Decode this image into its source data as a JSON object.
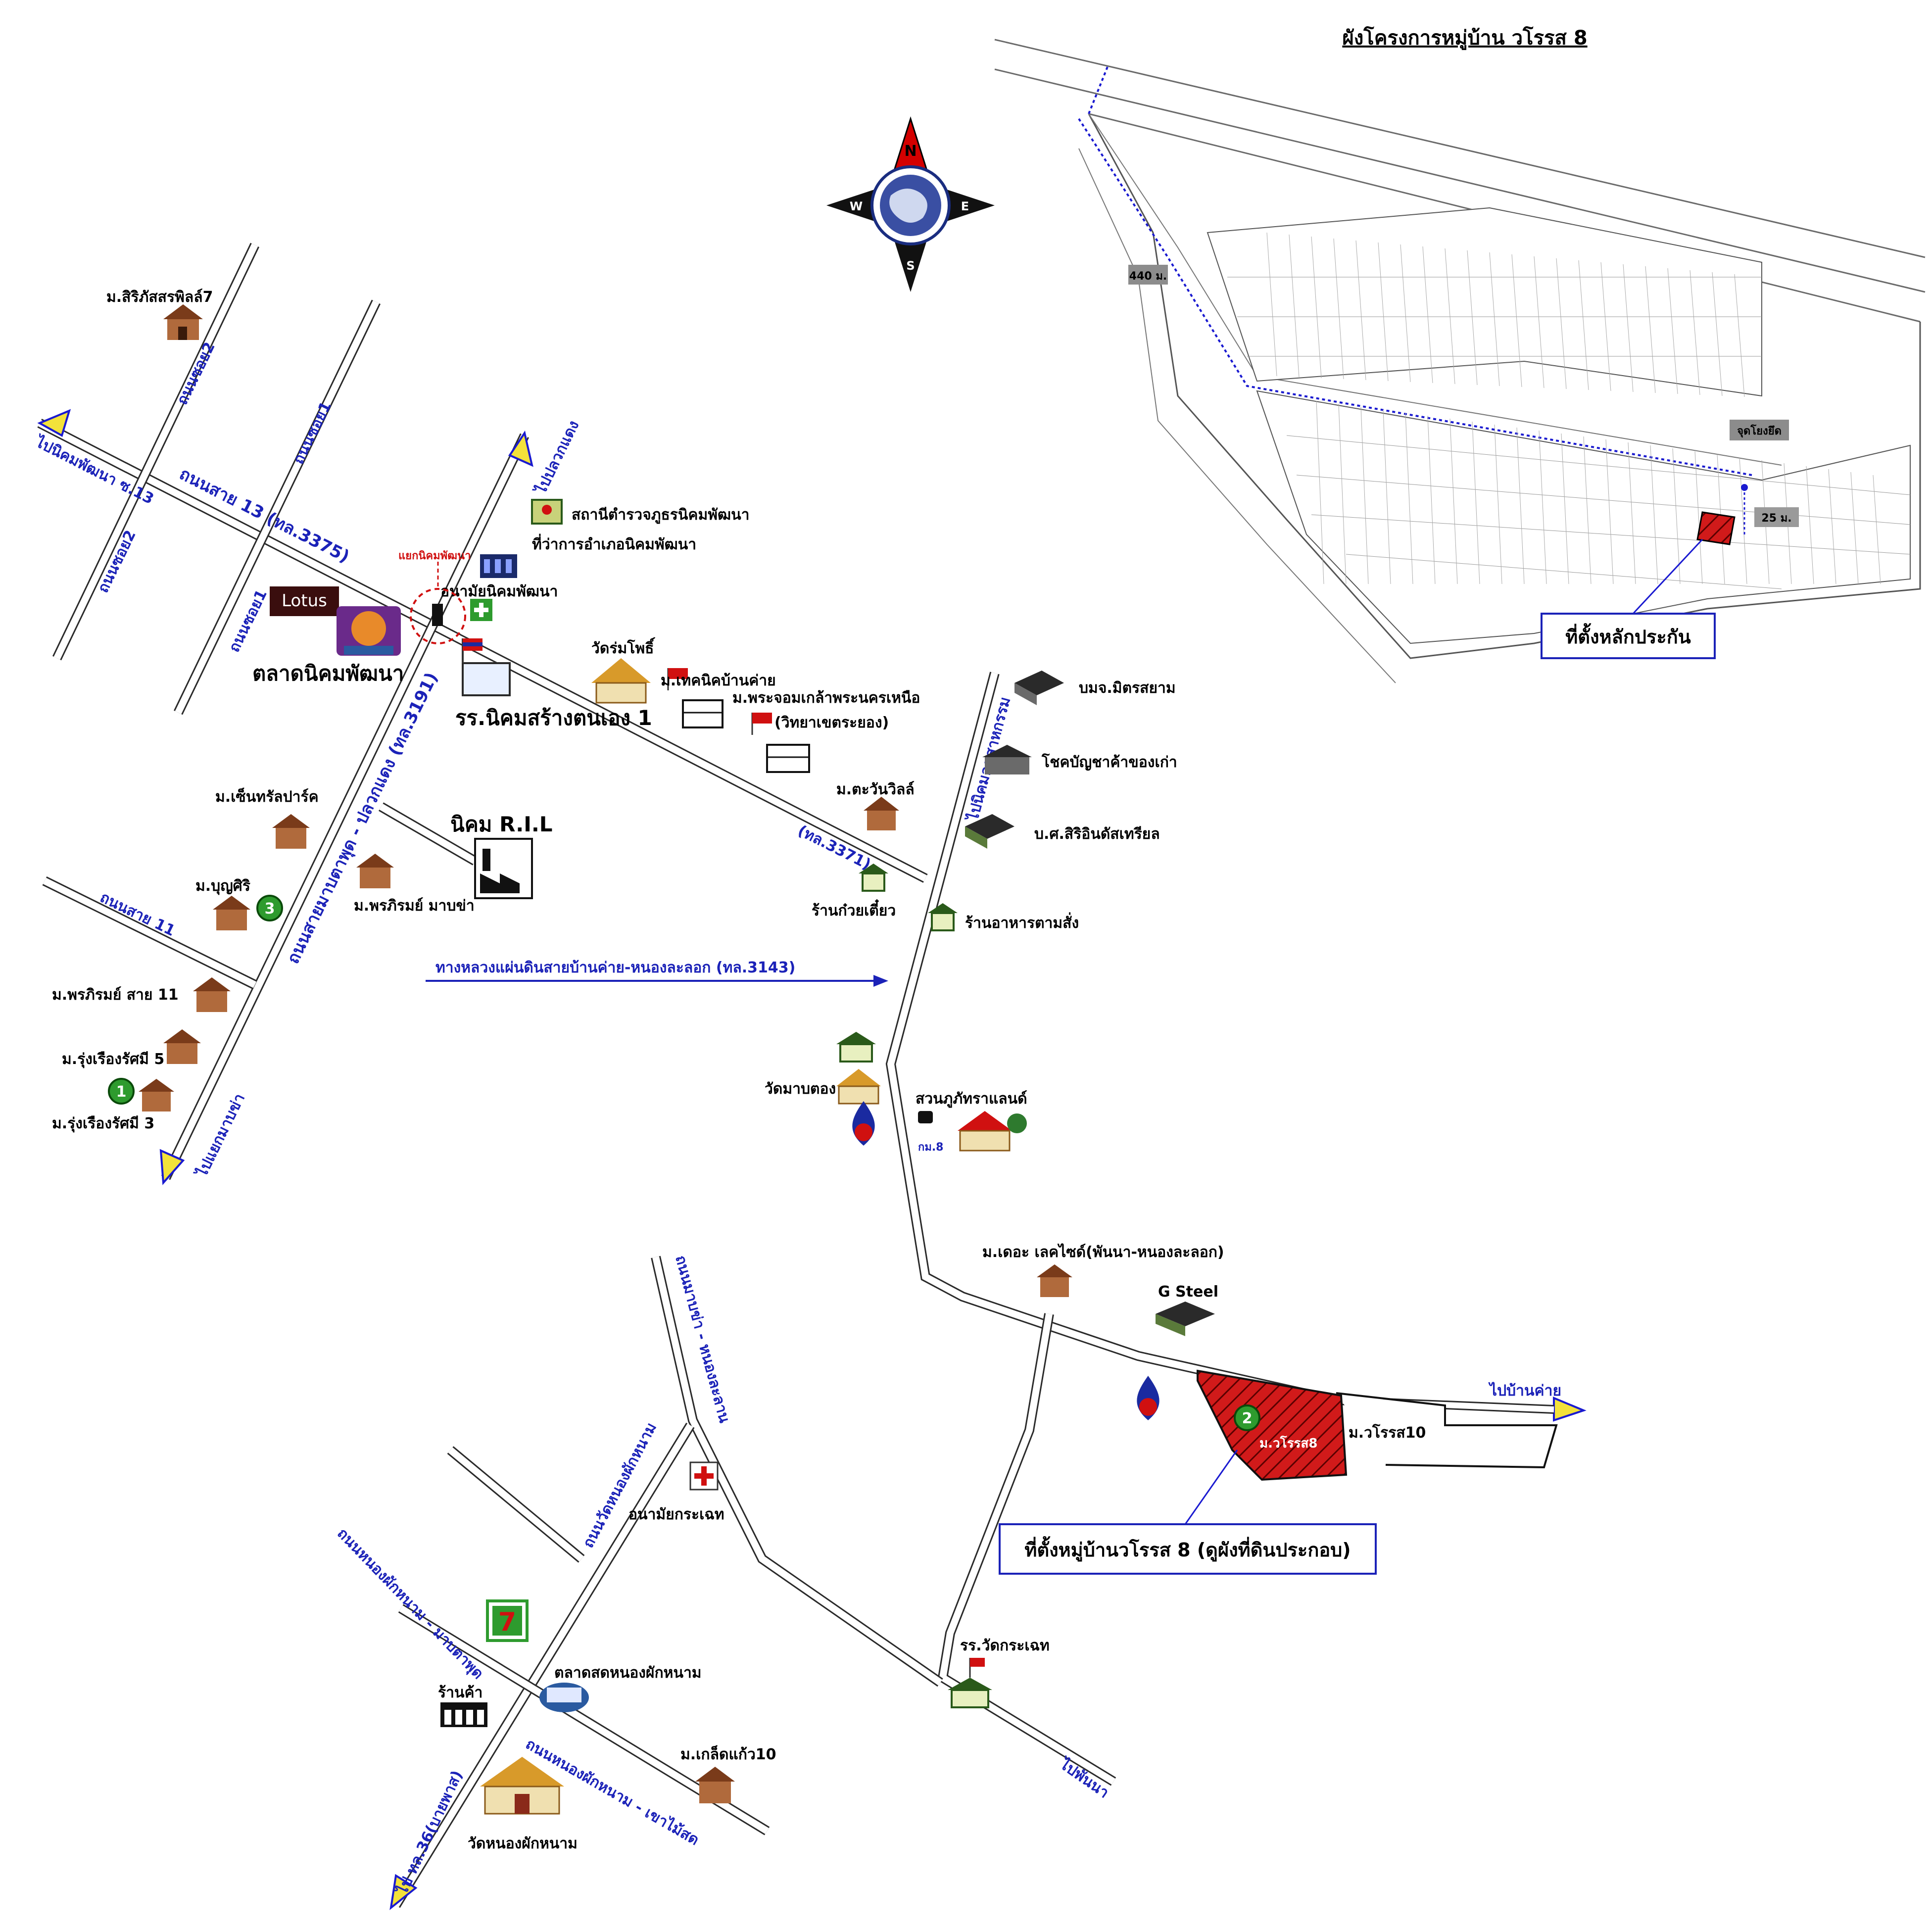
{
  "colors": {
    "road_label": "#1b22b8",
    "arrow_fill": "#f3e23a",
    "hatch": "#d11a1a",
    "compass_north": "#d40000",
    "marker": "#2e9b2e"
  },
  "plan": {
    "title": "ผังโครงการหมู่บ้าน วโรรส 8",
    "dist_440": "440 ม.",
    "checkpoint": "จุดโยงยึด",
    "dist_25": "25 ม.",
    "collateral_label": "ที่ตั้งหลักประกัน"
  },
  "compass": {
    "n": "N",
    "s": "S",
    "e": "E",
    "w": "W"
  },
  "roads": {
    "r13": "ถนนสาย 13 (ทล.3375)",
    "to_pattana": "ไปนิคมพัฒนา ซ.13",
    "to_plakdaeng": "ไปปลวกแดง",
    "junction": "แยกนิคมพัฒนา",
    "soi_left1": "ถนนซอย2",
    "soi_left2": "ถนนซอย2",
    "soi_mid": "ถนนซอย1",
    "soi_mid2": "ถนนซอย1",
    "main_nw": "ถนนสายมาบตาพุด - ปลวกแดง (ทล.3191)",
    "r11": "ถนนสาย 11",
    "to_mabkha": "ไปแยกมาบข่า",
    "tl3371": "(ทล.3371)",
    "hwy3143": "ทางหลวงแผ่นดินสายบ้านค่าย-หนองละลอก (ทล.3143)",
    "to_industrial": "ไปนิคมอุตสาหกรรม",
    "to_bankhai": "ไปบ้านค่าย",
    "mabkha_road": "ถนนมาบข่า - หนองละลาน",
    "nongphak_road": "ถนนวัดหนองผักหนาม",
    "nongphak_maptaphut": "ถนนหนองผักหนาม - มาบตาพุด",
    "nongphak_khao": "ถนนหนองผักหนาม - เขาไม้สด",
    "to_tl36": "ไป ทล.36(บายพาส)",
    "to_phanna": "ไปพันนา"
  },
  "places": {
    "siriphat": "ม.สิริภัสสรพิลล์7",
    "police": "สถานีตำรวจภูธรนิคมพัฒนา",
    "district_office": "ที่ว่าการอำเภอนิคมพัฒนา",
    "health": "อนามัยนิคมพัฒนา",
    "lotus": "Lotus",
    "market": "ตลาดนิคมพัฒนา",
    "school": "รร.นิคมสร้างตนเอง 1",
    "wat_rom": "วัดร่มโพธิ์",
    "tech": "ม.เทคนิคบ้านค่าย",
    "phrachom": "ม.พระจอมเกล้าพระนครเหนือ",
    "rayong_campus": "(วิทยาเขตระยอง)",
    "tawan": "ม.ตะวันวิลล์",
    "centara": "ม.เซ็นทรัลปาร์ค",
    "ril": "นิคม R.I.L",
    "boonsiri": "ม.บุญศิริ",
    "phornphirom": "ม.พรภิรมย์ มาบข่า",
    "phornphirom11": "ม.พรภิรมย์ สาย 11",
    "rungrueang5": "ม.รุ่งเรืองรัศมี 5",
    "rungrueang3": "ม.รุ่งเรืองรัศมี 3",
    "noodle": "ร้านก๋วยเตี๋ยว",
    "mitsri": "บมจ.มิตรสยาม",
    "showroom": "โชคบัญชาค้าของเก่า",
    "siriindustrial": "บ.ศ.สิริอินดัสเทรียล",
    "food": "ร้านอาหารตามสั่ง",
    "wat_mabtong": "วัดมาบตอง",
    "suan": "สวนภูภัทราแลนด์",
    "km8": "กม.8",
    "lake": "ม.เดอะ เลคไซด์(พันนา-หนองละลอก)",
    "gsteel": "G Steel",
    "waroros10": "ม.วโรรส10",
    "waroros8_inner": "ม.วโรรส8",
    "site_label": "ที่ตั้งหมู่บ้านวโรรส 8 (ดูผังที่ดินประกอบ)",
    "health2": "อนามัยกระเฉท",
    "market2": "ตลาดสดหนองผักหนาม",
    "shop": "ร้านค้า",
    "seven": "7",
    "wat_nongphak": "วัดหนองผักหนาม",
    "klet": "ม.เกล็ดแก้ว10",
    "school2": "รร.วัดกระเฉท"
  },
  "markers": {
    "m1": "1",
    "m2": "2",
    "m3": "3"
  }
}
